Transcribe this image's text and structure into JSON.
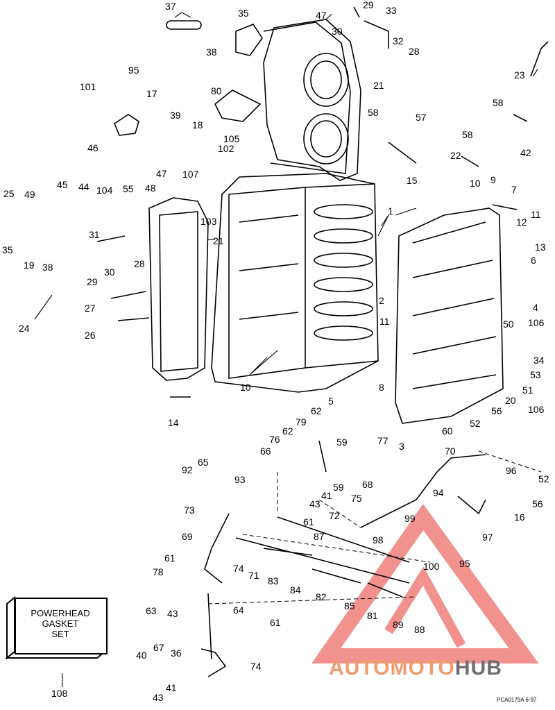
{
  "diagram": {
    "callouts": [
      {
        "id": "c37a",
        "text": "37"
      },
      {
        "id": "c35a",
        "text": "35"
      },
      {
        "id": "c47a",
        "text": "47"
      },
      {
        "id": "c29a",
        "text": "29"
      },
      {
        "id": "c33",
        "text": "33"
      },
      {
        "id": "c30a",
        "text": "30"
      },
      {
        "id": "c32",
        "text": "32"
      },
      {
        "id": "c28a",
        "text": "28"
      },
      {
        "id": "c38a",
        "text": "38"
      },
      {
        "id": "c21a",
        "text": "21"
      },
      {
        "id": "c95a",
        "text": "95"
      },
      {
        "id": "c101",
        "text": "101"
      },
      {
        "id": "c17",
        "text": "17"
      },
      {
        "id": "c80",
        "text": "80"
      },
      {
        "id": "c23",
        "text": "23"
      },
      {
        "id": "c39",
        "text": "39"
      },
      {
        "id": "c18",
        "text": "18"
      },
      {
        "id": "c58a",
        "text": "58"
      },
      {
        "id": "c57",
        "text": "57"
      },
      {
        "id": "c58b",
        "text": "58"
      },
      {
        "id": "c58c",
        "text": "58"
      },
      {
        "id": "c46",
        "text": "46"
      },
      {
        "id": "c105",
        "text": "105"
      },
      {
        "id": "c102",
        "text": "102"
      },
      {
        "id": "c42",
        "text": "42"
      },
      {
        "id": "c107",
        "text": "107"
      },
      {
        "id": "c22",
        "text": "22"
      },
      {
        "id": "c47b",
        "text": "47"
      },
      {
        "id": "c45",
        "text": "45"
      },
      {
        "id": "c44",
        "text": "44"
      },
      {
        "id": "c104",
        "text": "104"
      },
      {
        "id": "c55",
        "text": "55"
      },
      {
        "id": "c48",
        "text": "48"
      },
      {
        "id": "c15",
        "text": "15"
      },
      {
        "id": "c10a",
        "text": "10"
      },
      {
        "id": "c9",
        "text": "9"
      },
      {
        "id": "c7",
        "text": "7"
      },
      {
        "id": "c25",
        "text": "25"
      },
      {
        "id": "c49",
        "text": "49"
      },
      {
        "id": "c103",
        "text": "103"
      },
      {
        "id": "c1",
        "text": "1"
      },
      {
        "id": "c11a",
        "text": "11"
      },
      {
        "id": "c12",
        "text": "12"
      },
      {
        "id": "c31",
        "text": "31"
      },
      {
        "id": "c21b",
        "text": "21"
      },
      {
        "id": "c13",
        "text": "13"
      },
      {
        "id": "c35b",
        "text": "35"
      },
      {
        "id": "c19",
        "text": "19"
      },
      {
        "id": "c38b",
        "text": "38"
      },
      {
        "id": "c30b",
        "text": "30"
      },
      {
        "id": "c28b",
        "text": "28"
      },
      {
        "id": "c6",
        "text": "6"
      },
      {
        "id": "c29b",
        "text": "29"
      },
      {
        "id": "c2",
        "text": "2"
      },
      {
        "id": "c4",
        "text": "4"
      },
      {
        "id": "c27",
        "text": "27"
      },
      {
        "id": "c24",
        "text": "24"
      },
      {
        "id": "c50",
        "text": "50"
      },
      {
        "id": "c106a",
        "text": "106"
      },
      {
        "id": "c11b",
        "text": "11"
      },
      {
        "id": "c26",
        "text": "26"
      },
      {
        "id": "c34",
        "text": "34"
      },
      {
        "id": "c53",
        "text": "53"
      },
      {
        "id": "c51",
        "text": "51"
      },
      {
        "id": "c10b",
        "text": "10"
      },
      {
        "id": "c8",
        "text": "8"
      },
      {
        "id": "c20",
        "text": "20"
      },
      {
        "id": "c5",
        "text": "5"
      },
      {
        "id": "c56a",
        "text": "56"
      },
      {
        "id": "c106b",
        "text": "106"
      },
      {
        "id": "c14",
        "text": "14"
      },
      {
        "id": "c62a",
        "text": "62"
      },
      {
        "id": "c52a",
        "text": "52"
      },
      {
        "id": "c79",
        "text": "79"
      },
      {
        "id": "c62b",
        "text": "62"
      },
      {
        "id": "c60",
        "text": "60"
      },
      {
        "id": "c76",
        "text": "76"
      },
      {
        "id": "c59a",
        "text": "59"
      },
      {
        "id": "c77",
        "text": "77"
      },
      {
        "id": "c3",
        "text": "3"
      },
      {
        "id": "c66",
        "text": "66"
      },
      {
        "id": "c70",
        "text": "70"
      },
      {
        "id": "c65",
        "text": "65"
      },
      {
        "id": "c92",
        "text": "92"
      },
      {
        "id": "c96",
        "text": "96"
      },
      {
        "id": "c93",
        "text": "93"
      },
      {
        "id": "c52b",
        "text": "52"
      },
      {
        "id": "c59b",
        "text": "59"
      },
      {
        "id": "c68",
        "text": "68"
      },
      {
        "id": "c41a",
        "text": "41"
      },
      {
        "id": "c75",
        "text": "75"
      },
      {
        "id": "c94",
        "text": "94"
      },
      {
        "id": "c56b",
        "text": "56"
      },
      {
        "id": "c43a",
        "text": "43"
      },
      {
        "id": "c73",
        "text": "73"
      },
      {
        "id": "c61a",
        "text": "61"
      },
      {
        "id": "c72",
        "text": "72"
      },
      {
        "id": "c99",
        "text": "99"
      },
      {
        "id": "c16",
        "text": "16"
      },
      {
        "id": "c69",
        "text": "69"
      },
      {
        "id": "c87",
        "text": "87"
      },
      {
        "id": "c98",
        "text": "98"
      },
      {
        "id": "c97",
        "text": "97"
      },
      {
        "id": "c61b",
        "text": "61"
      },
      {
        "id": "c74a",
        "text": "74"
      },
      {
        "id": "c100",
        "text": "100"
      },
      {
        "id": "c95b",
        "text": "95"
      },
      {
        "id": "c71",
        "text": "71"
      },
      {
        "id": "c78",
        "text": "78"
      },
      {
        "id": "c83",
        "text": "83"
      },
      {
        "id": "c84",
        "text": "84"
      },
      {
        "id": "c82",
        "text": "82"
      },
      {
        "id": "c63",
        "text": "63"
      },
      {
        "id": "c43b",
        "text": "43"
      },
      {
        "id": "c64",
        "text": "64"
      },
      {
        "id": "c85",
        "text": "85"
      },
      {
        "id": "c81",
        "text": "81"
      },
      {
        "id": "c89",
        "text": "89"
      },
      {
        "id": "c88",
        "text": "88"
      },
      {
        "id": "c61c",
        "text": "61"
      },
      {
        "id": "c40",
        "text": "40"
      },
      {
        "id": "c67",
        "text": "67"
      },
      {
        "id": "c36",
        "text": "36"
      },
      {
        "id": "c74b",
        "text": "74"
      },
      {
        "id": "c41b",
        "text": "41"
      },
      {
        "id": "c43c",
        "text": "43"
      },
      {
        "id": "c108",
        "text": "108"
      }
    ],
    "gasket_box": {
      "lines": [
        "POWERHEAD",
        "GASKET",
        "SET"
      ]
    },
    "drawing_code": "PCA0179A   6-97",
    "watermark": {
      "part1": "AUTOMOTO",
      "part2": "HUB",
      "color1": "#f29b6d",
      "color2": "#6d6e71"
    }
  }
}
